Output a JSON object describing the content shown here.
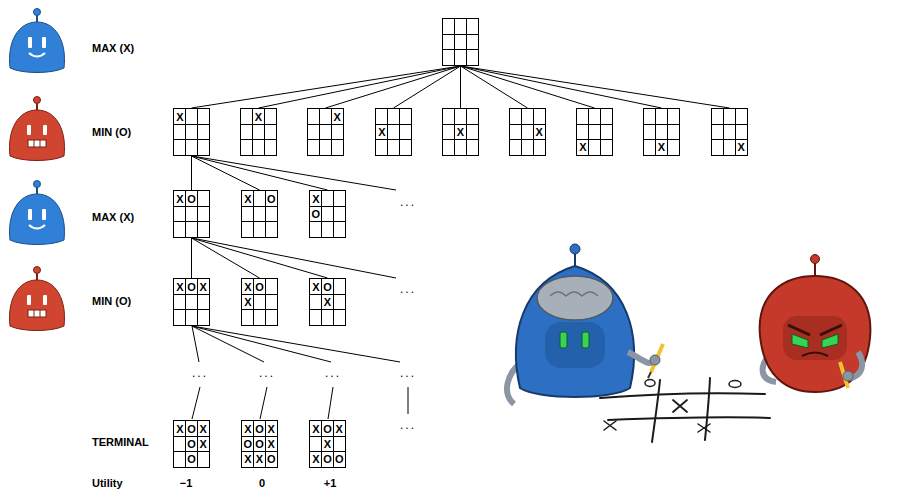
{
  "diagram": {
    "nodes": [
      {
        "text": []
      },
      {
        "text": [
          "X"
        ]
      },
      {
        "text": [
          "X"
        ]
      },
      {
        "text": [
          "X"
        ]
      },
      {
        "text": [
          "X"
        ]
      },
      {
        "text": [
          "X"
        ]
      },
      {
        "text": [
          "X"
        ]
      },
      {
        "text": [
          "X"
        ]
      },
      {
        "text": [
          "X"
        ]
      },
      {
        "text": [
          "X"
        ]
      },
      {
        "text": [
          "X",
          "O"
        ]
      },
      {
        "text": [
          "X",
          "O"
        ]
      },
      {
        "text": [
          "X",
          "O"
        ]
      },
      {
        "text": [
          "X",
          "O",
          "X"
        ]
      },
      {
        "text": [
          "X",
          "O",
          "X"
        ]
      },
      {
        "text": [
          "X",
          "O",
          "X"
        ]
      },
      {
        "text": [
          "X",
          "O",
          "X",
          "O",
          "X",
          "O"
        ]
      },
      {
        "text": [
          "X",
          "O",
          "X",
          "O",
          "O",
          "X",
          "X",
          "X",
          "O"
        ]
      },
      {
        "text": [
          "X",
          "O",
          "X",
          "X",
          "X",
          "O",
          "O"
        ]
      }
    ],
    "edges": [
      {
        "from": 0,
        "to": 1,
        "arrow": "none"
      },
      {
        "from": 0,
        "to": 2,
        "arrow": "none"
      },
      {
        "from": 0,
        "to": 3,
        "arrow": "none"
      },
      {
        "from": 0,
        "to": 4,
        "arrow": "none"
      },
      {
        "from": 0,
        "to": 5,
        "arrow": "none"
      },
      {
        "from": 0,
        "to": 6,
        "arrow": "none"
      },
      {
        "from": 0,
        "to": 7,
        "arrow": "none"
      },
      {
        "from": 0,
        "to": 8,
        "arrow": "none"
      },
      {
        "from": 0,
        "to": 9,
        "arrow": "none"
      },
      {
        "from": 1,
        "to": 10,
        "arrow": "none"
      },
      {
        "from": 1,
        "to": 11,
        "arrow": "none"
      },
      {
        "from": 1,
        "to": 12,
        "arrow": "none"
      },
      {
        "from": 10,
        "to": 13,
        "arrow": "none"
      },
      {
        "from": 10,
        "to": 14,
        "arrow": "none"
      },
      {
        "from": 10,
        "to": 15,
        "arrow": "none"
      }
    ],
    "labels": [
      "MAX (X)",
      "MIN (O)",
      "MAX (X)",
      "...",
      "MIN (O)",
      "...",
      "...",
      "...",
      "...",
      "...",
      "TERMINAL",
      "...",
      "Utility",
      "−1",
      "0",
      "+1"
    ]
  }
}
